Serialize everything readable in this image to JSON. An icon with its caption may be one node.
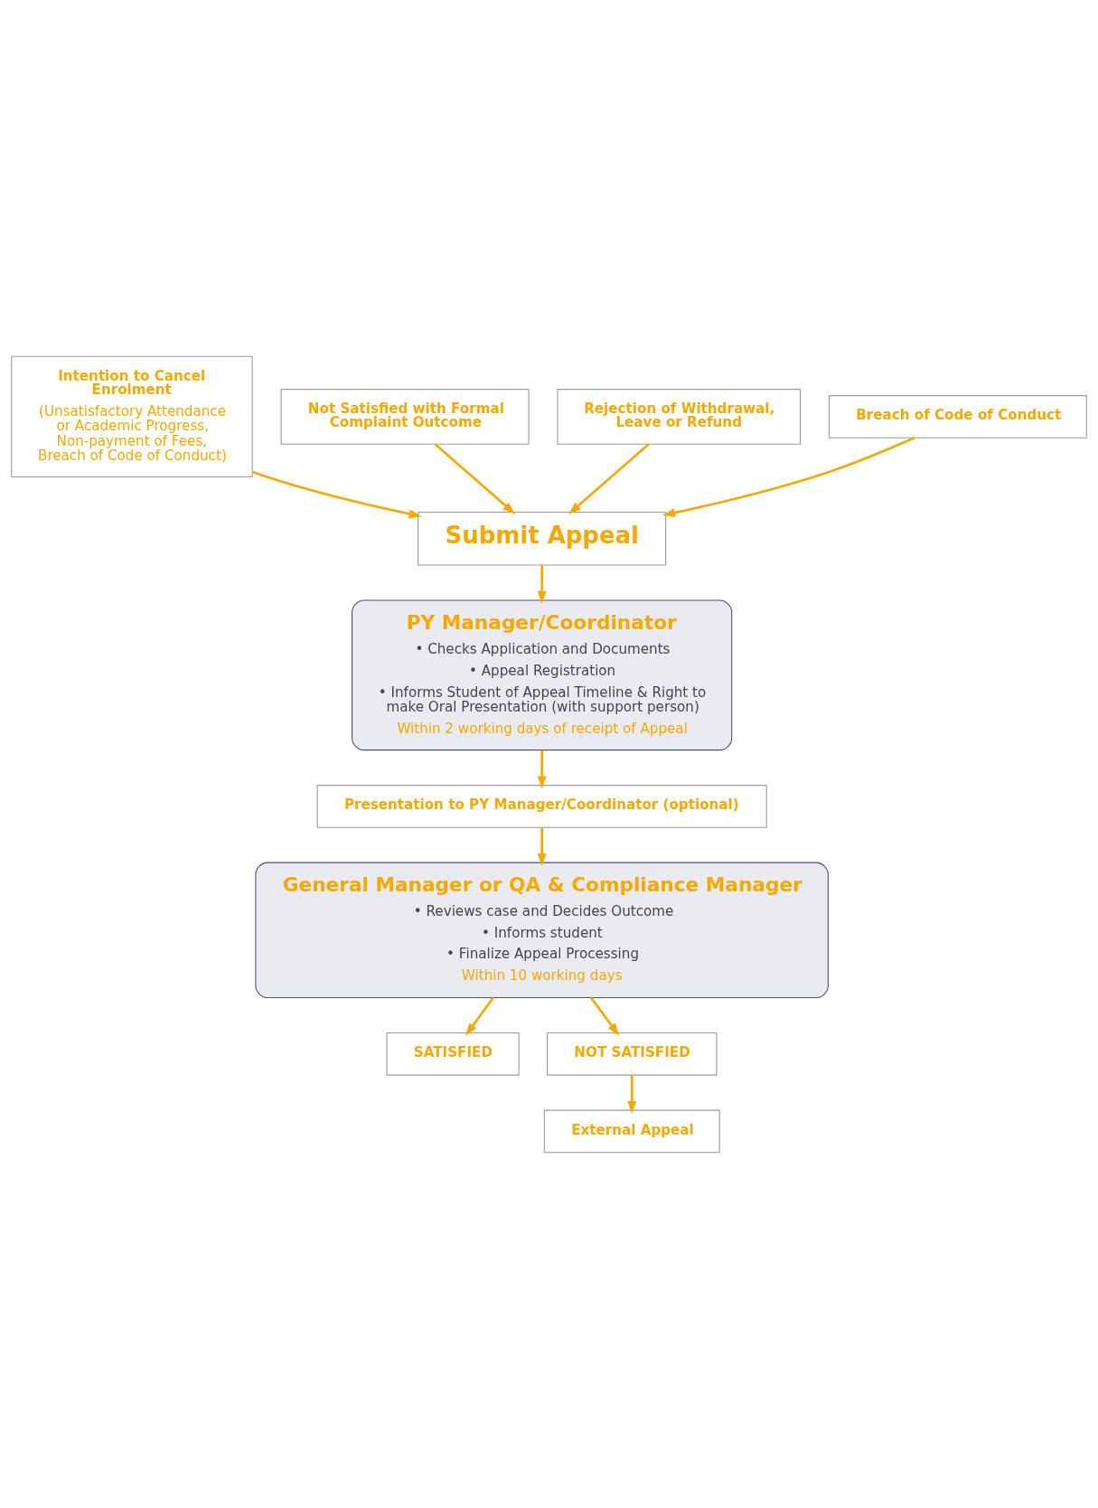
{
  "diagram": {
    "nodes": [
      {
        "text": [
          "Intention to Cancel Enrolment",
          "(Unsatisfactory Attendance or Academic Progress, Non-payment of Fees, Breach of Code of Conduct)"
        ]
      },
      {
        "text": [
          "Not Satisfied with Formal Complaint Outcome"
        ]
      },
      {
        "text": [
          "Rejection of Withdrawal, Leave or Refund"
        ]
      },
      {
        "text": [
          "Breach of Code of Conduct"
        ]
      },
      {
        "text": [
          "Submit Appeal"
        ]
      },
      {
        "text": [
          "PY Manager/Coordinator",
          "• Checks Application and Documents",
          "• Appeal Registration",
          "• Informs Student of Appeal Timeline & Right to make Oral Presentation (with support person)",
          "Within 2 working days of receipt of Appeal"
        ]
      },
      {
        "text": [
          "Presentation to PY Manager/Coordinator (optional)"
        ]
      },
      {
        "text": [
          "General Manager or QA & Compliance Manager",
          "• Reviews case and Decides Outcome",
          "• Informs student",
          "• Finalize Appeal Processing",
          "Within 10 working days"
        ]
      },
      {
        "text": [
          "SATISFIED"
        ]
      },
      {
        "text": [
          "NOT SATISFIED"
        ]
      },
      {
        "text": [
          "External Appeal"
        ]
      }
    ],
    "edges": [
      {
        "from": 0,
        "to": 4,
        "arrow": "to"
      },
      {
        "from": 1,
        "to": 4,
        "arrow": "to"
      },
      {
        "from": 2,
        "to": 4,
        "arrow": "to"
      },
      {
        "from": 3,
        "to": 4,
        "arrow": "to"
      },
      {
        "from": 4,
        "to": 5,
        "arrow": "to"
      },
      {
        "from": 5,
        "to": 6,
        "arrow": "to"
      },
      {
        "from": 6,
        "to": 7,
        "arrow": "to"
      },
      {
        "from": 7,
        "to": 8,
        "arrow": "to"
      },
      {
        "from": 7,
        "to": 9,
        "arrow": "to"
      },
      {
        "from": 9,
        "to": 10,
        "arrow": "to"
      }
    ]
  }
}
